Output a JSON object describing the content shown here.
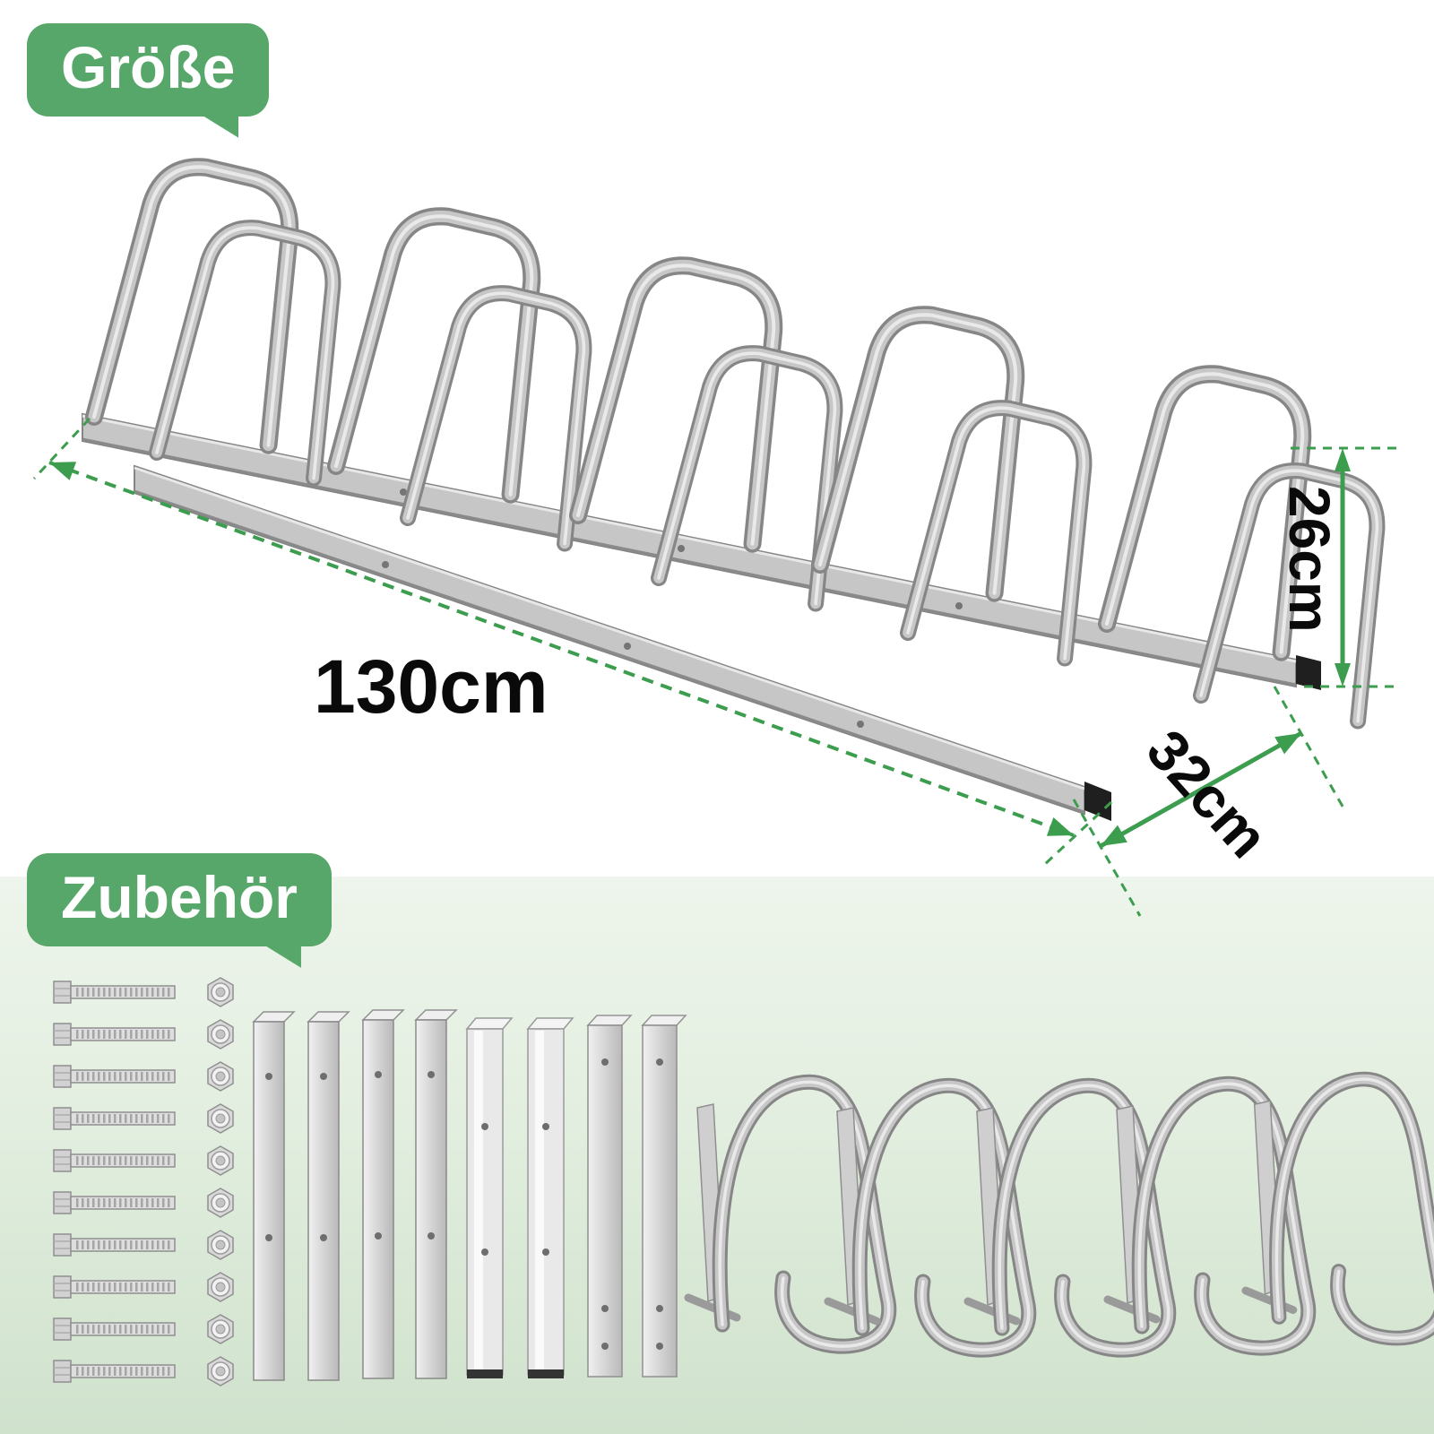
{
  "size_section": {
    "bubble_label": "Größe",
    "dimensions": {
      "length": "130cm",
      "height": "26cm",
      "depth": "32cm"
    }
  },
  "accessories_section": {
    "bubble_label": "Zubehör",
    "counts": {
      "bolts": 10,
      "nuts": 10,
      "rail_bars": 8,
      "bike_holders": 5
    }
  },
  "colors": {
    "bubble_green": "#58a76a",
    "arrow_green": "#3c9d4e",
    "dimension_text": "#0a0a0a",
    "metal_dark": "#868686",
    "metal_mid": "#c7c7c7",
    "metal_light": "#e9e9e9",
    "band_green_top": "#eef5ec",
    "band_green_bottom": "#cfe2cc"
  }
}
